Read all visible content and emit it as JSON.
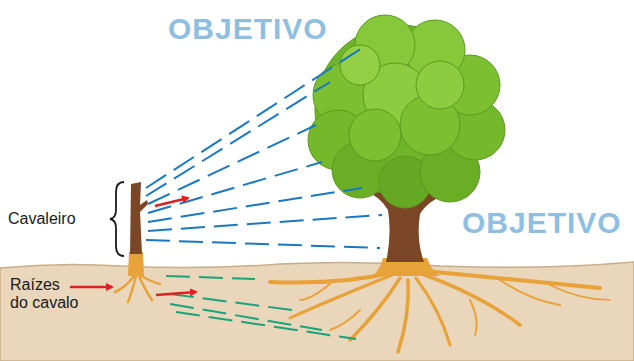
{
  "diagram": {
    "labels": [
      "Cavaleiro",
      "Raízes do cavalo",
      "OBJETIVO",
      "OBJETIVO"
    ]
  }
}
